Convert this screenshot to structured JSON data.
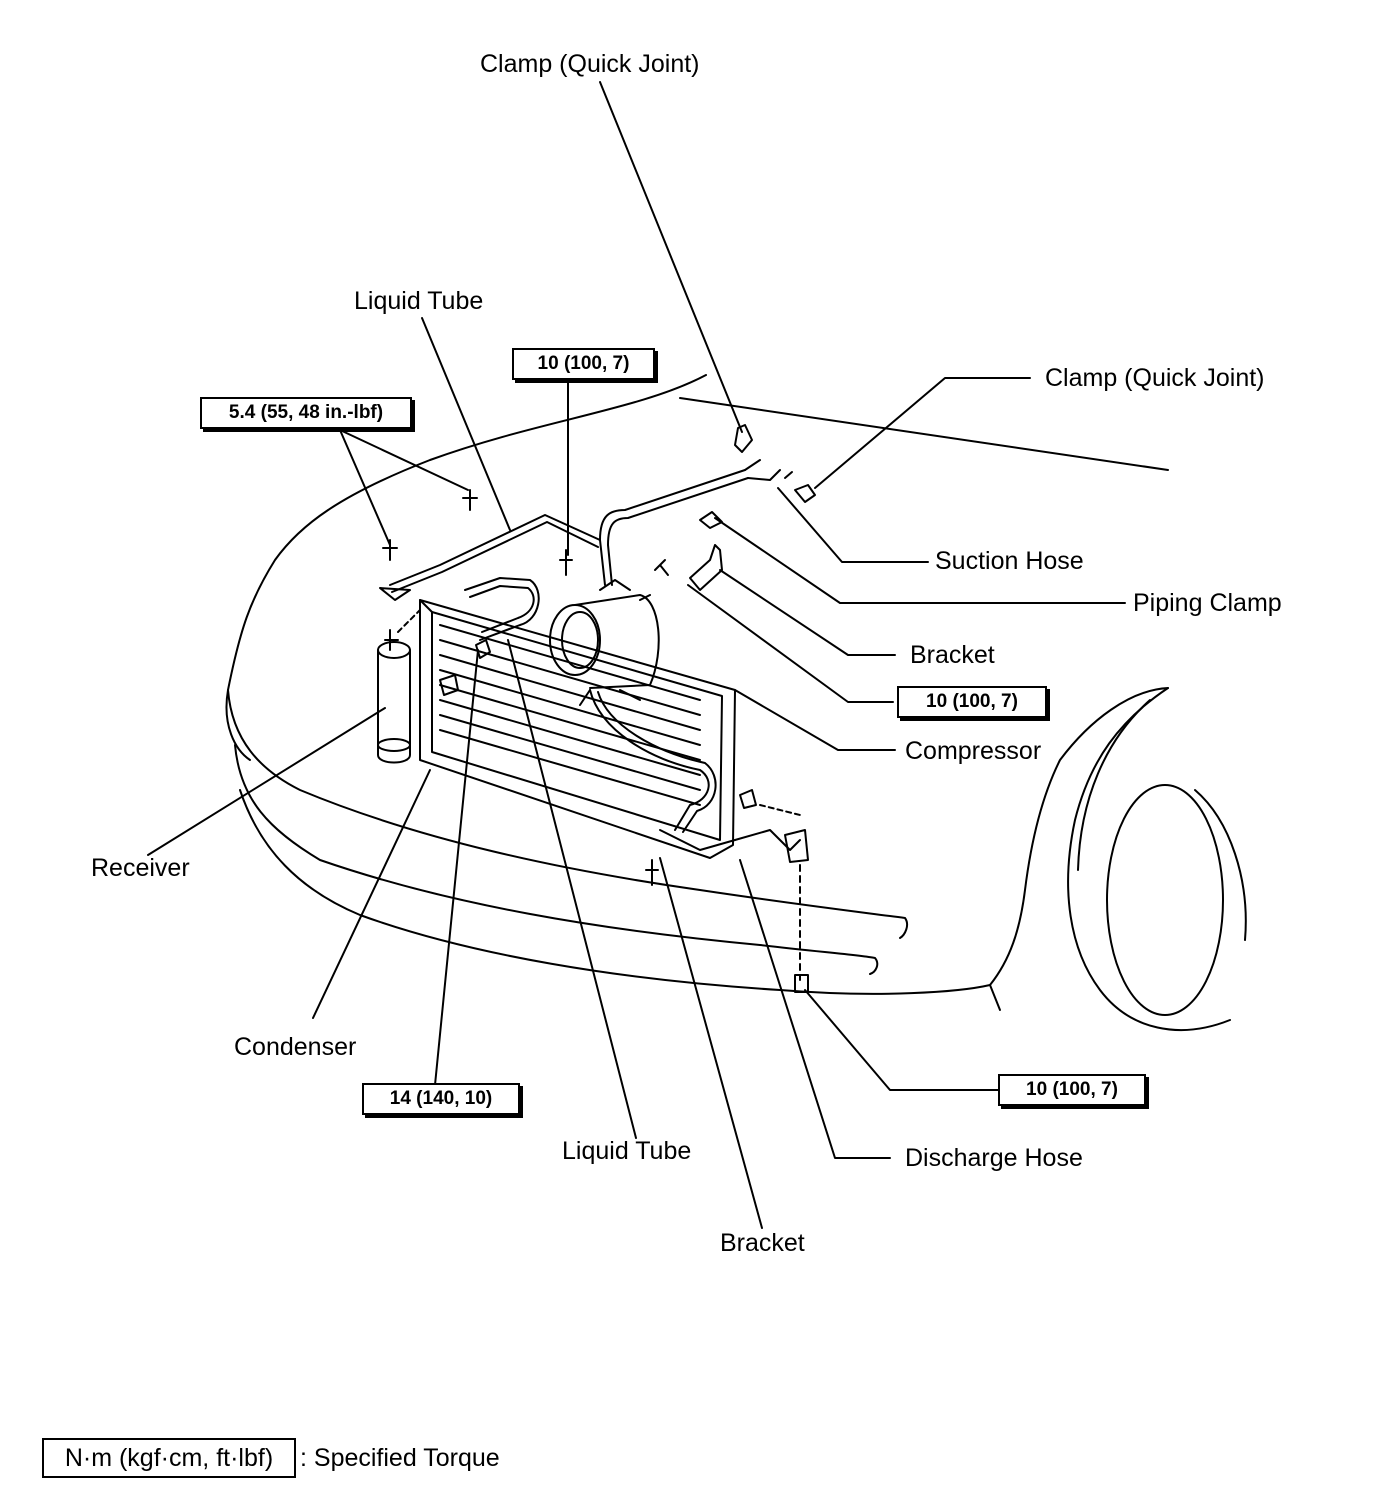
{
  "labels": {
    "clamp_top": "Clamp (Quick Joint)",
    "clamp_right": "Clamp (Quick Joint)",
    "liquid_tube_top": "Liquid Tube",
    "liquid_tube_bottom": "Liquid Tube",
    "suction_hose": "Suction Hose",
    "piping_clamp": "Piping Clamp",
    "bracket_right": "Bracket",
    "bracket_bottom": "Bracket",
    "compressor": "Compressor",
    "receiver": "Receiver",
    "condenser": "Condenser",
    "discharge_hose": "Discharge Hose"
  },
  "torque": {
    "t_receiver_bolts": "5.4 (55, 48 in.-lbf)",
    "t_compressor_top": "10 (100, 7)",
    "t_bracket_right": "10 (100, 7)",
    "t_condenser": "14 (140, 10)",
    "t_lower_bolt": "10 (100, 7)"
  },
  "legend": {
    "unit_box": "N·m (kgf·cm, ft·lbf)",
    "description": ": Specified Torque"
  }
}
